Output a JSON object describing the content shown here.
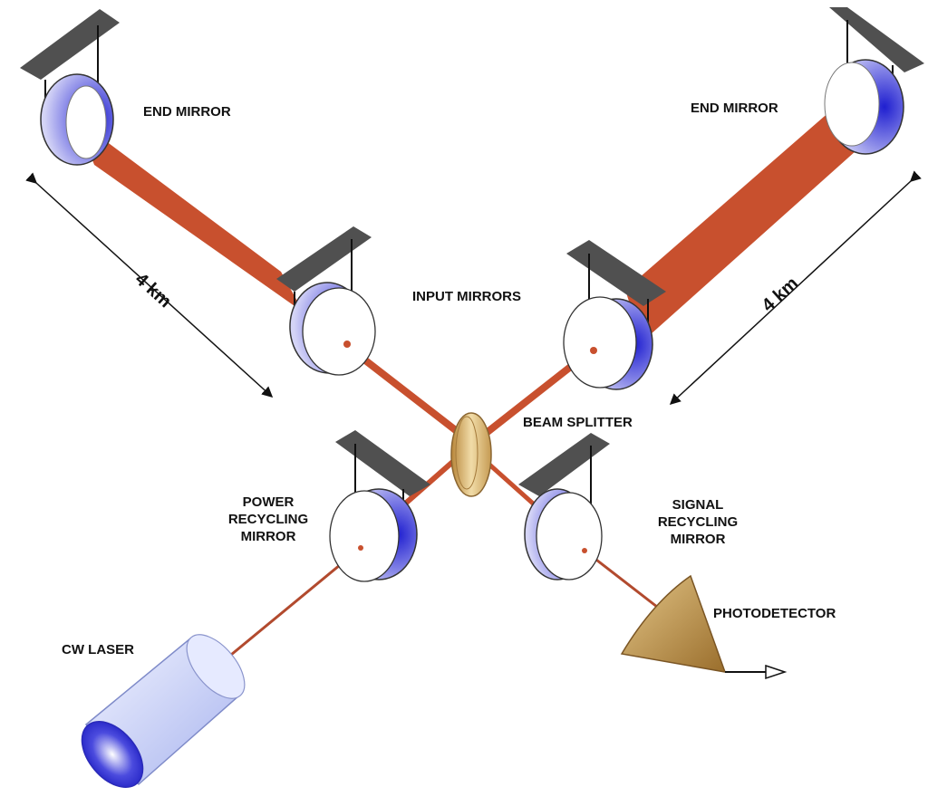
{
  "labels": {
    "end_mirror_left": "END  MIRROR",
    "end_mirror_right": "END  MIRROR",
    "input_mirrors": "INPUT  MIRRORS",
    "beam_splitter": "BEAM  SPLITTER",
    "power_recycling_1": "POWER",
    "power_recycling_2": "RECYCLING",
    "power_recycling_3": "MIRROR",
    "signal_recycling_1": "SIGNAL",
    "signal_recycling_2": "RECYCLING",
    "signal_recycling_3": "MIRROR",
    "photodetector": "PHOTODETECTOR",
    "cw_laser": "CW LASER",
    "arm_length_left": "4 km",
    "arm_length_right": "4 km"
  },
  "colors": {
    "beam": "#c8502e",
    "mirror_blue": "#3b3bdc",
    "mount": "#555555",
    "splitter": "#c9a15a",
    "detector": "#c49a52",
    "laser": "#b8c4f0"
  }
}
